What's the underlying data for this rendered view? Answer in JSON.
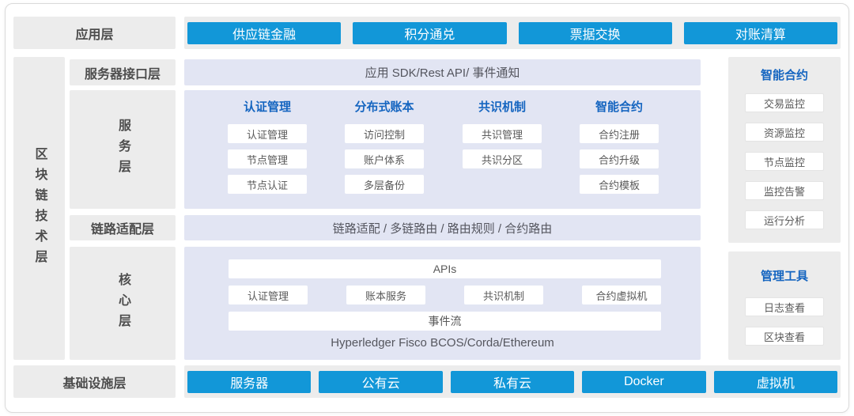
{
  "colors": {
    "button_blue": "#1297d8",
    "heading_blue": "#1565c0",
    "layer_gray": "#ececec",
    "content_lavender": "#e2e5f3"
  },
  "app_layer": {
    "label": "应用层",
    "buttons": [
      "供应链金融",
      "积分通兑",
      "票据交换",
      "对账清算"
    ]
  },
  "blockchain_layer": {
    "label": "区块链技术层",
    "interface_layer": {
      "label": "服务器接口层",
      "content": "应用 SDK/Rest API/ 事件通知"
    },
    "service_layer": {
      "label": "服务层",
      "columns": [
        {
          "heading": "认证管理",
          "items": [
            "认证管理",
            "节点管理",
            "节点认证"
          ]
        },
        {
          "heading": "分布式账本",
          "items": [
            "访问控制",
            "账户体系",
            "多层备份"
          ]
        },
        {
          "heading": "共识机制",
          "items": [
            "共识管理",
            "共识分区"
          ]
        },
        {
          "heading": "智能合约",
          "items": [
            "合约注册",
            "合约升级",
            "合约模板"
          ]
        }
      ]
    },
    "link_layer": {
      "label": "链路适配层",
      "content": "链路适配 / 多链路由 / 路由规则 / 合约路由"
    },
    "core_layer": {
      "label": "核心层",
      "apis_bar": "APIs",
      "modules": [
        "认证管理",
        "账本服务",
        "共识机制",
        "合约虚拟机"
      ],
      "event_bar": "事件流",
      "platforms": "Hyperledger Fisco BCOS/Corda/Ethereum"
    }
  },
  "right_panels": [
    {
      "heading": "智能合约",
      "items": [
        "交易监控",
        "资源监控",
        "节点监控",
        "监控告警",
        "运行分析"
      ]
    },
    {
      "heading": "管理工具",
      "items": [
        "日志查看",
        "区块查看"
      ]
    }
  ],
  "infra_layer": {
    "label": "基础设施层",
    "buttons": [
      "服务器",
      "公有云",
      "私有云",
      "Docker",
      "虚拟机"
    ]
  }
}
